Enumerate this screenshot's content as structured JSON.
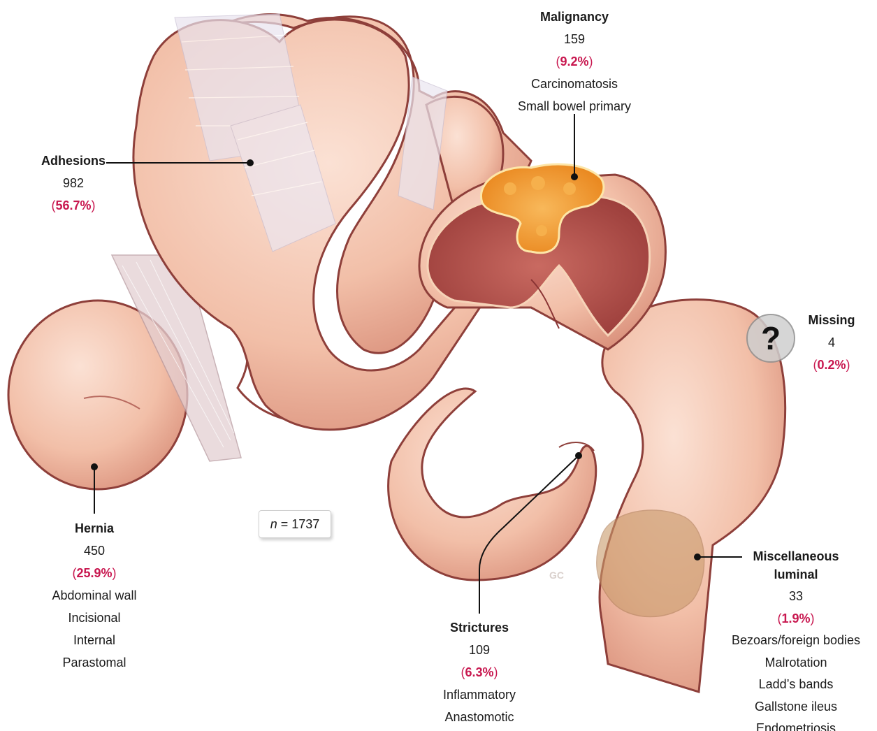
{
  "colors": {
    "bowel_fill": "#f2bfa8",
    "bowel_outline": "#8e3f3a",
    "bowel_interior": "#b8544e",
    "tumor": "#f2a23a",
    "adhesion_band": "#d8ccd8",
    "percent_text": "#c8174f"
  },
  "icons": [
    "question-mark-icon"
  ],
  "sample": {
    "variable": "n",
    "text": " = 1737"
  },
  "watermark": "GC",
  "callouts": {
    "adhesions": {
      "title": "Adhesions",
      "count": "982",
      "percent": "56.7%",
      "subtypes": []
    },
    "malignancy": {
      "title": "Malignancy",
      "count": "159",
      "percent": "9.2%",
      "subtypes": [
        "Carcinomatosis",
        "Small bowel primary"
      ]
    },
    "missing": {
      "title": "Missing",
      "count": "4",
      "percent": "0.2%",
      "icon_text": "?",
      "subtypes": []
    },
    "hernia": {
      "title": "Hernia",
      "count": "450",
      "percent": "25.9%",
      "subtypes": [
        "Abdominal wall",
        "Incisional",
        "Internal",
        "Parastomal"
      ]
    },
    "strictures": {
      "title": "Strictures",
      "count": "109",
      "percent": "6.3%",
      "subtypes": [
        "Inflammatory",
        "Anastomotic"
      ]
    },
    "misc": {
      "title_line1": "Miscellaneous",
      "title_line2": "luminal",
      "count": "33",
      "percent": "1.9%",
      "subtypes": [
        "Bezoars/foreign bodies",
        "Malrotation",
        "Ladd’s bands",
        "Gallstone ileus",
        "Endometriosis"
      ]
    }
  }
}
